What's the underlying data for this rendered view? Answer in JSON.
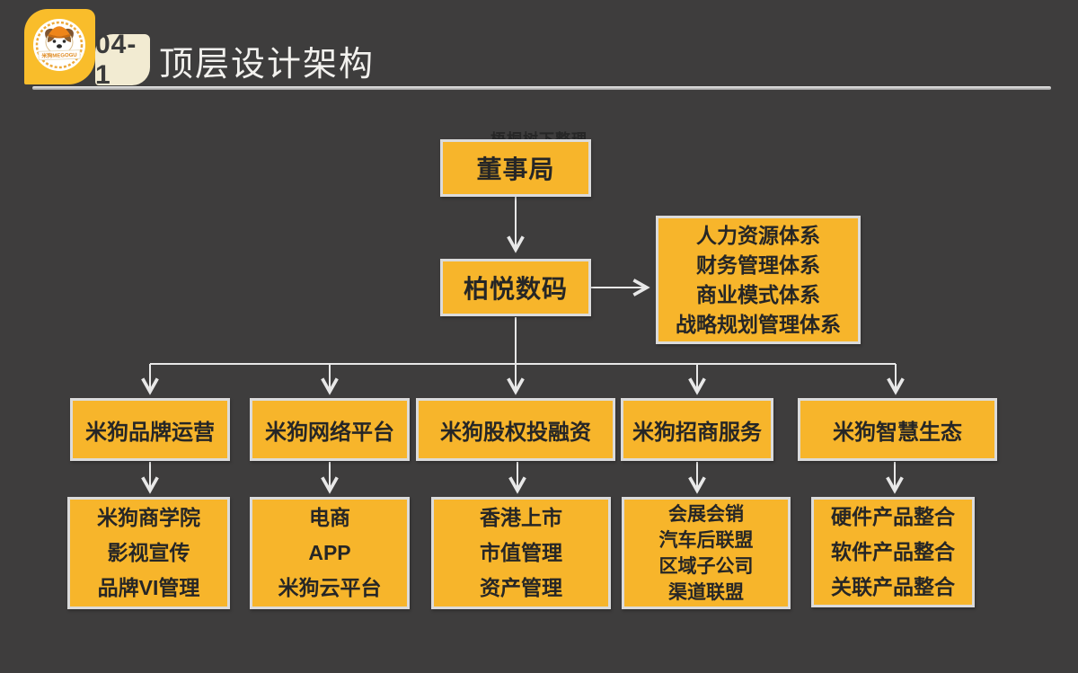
{
  "header": {
    "badge": "04-1",
    "title": "顶层设计架构",
    "logo_ribbon": "米狗MEGOGU"
  },
  "watermark": "梧桐树下整理",
  "colors": {
    "background": "#3E3D3D",
    "box_fill": "#F7B52B",
    "box_border": "#DBDBDB",
    "box_text": "#262626",
    "connector": "#E8E8E8",
    "logo_yellow": "#F9BD2B",
    "badge_bg": "#F2EBD2",
    "title_text": "#F2F1EE"
  },
  "diagram": {
    "board": {
      "label": "董事局"
    },
    "parent": {
      "label": "柏悦数码"
    },
    "systems": {
      "lines": [
        "人力资源体系",
        "财务管理体系",
        "商业模式体系",
        "战略规划管理体系"
      ]
    },
    "divisions": [
      {
        "label": "米狗品牌运营",
        "children": [
          "米狗商学院",
          "影视宣传",
          "品牌VI管理"
        ]
      },
      {
        "label": "米狗网络平台",
        "children": [
          "电商",
          "APP",
          "米狗云平台"
        ]
      },
      {
        "label": "米狗股权投融资",
        "children": [
          "香港上市",
          "市值管理",
          "资产管理"
        ]
      },
      {
        "label": "米狗招商服务",
        "children": [
          "会展会销",
          "汽车后联盟",
          "区域子公司",
          "渠道联盟"
        ]
      },
      {
        "label": "米狗智慧生态",
        "children": [
          "硬件产品整合",
          "软件产品整合",
          "关联产品整合"
        ]
      }
    ]
  }
}
